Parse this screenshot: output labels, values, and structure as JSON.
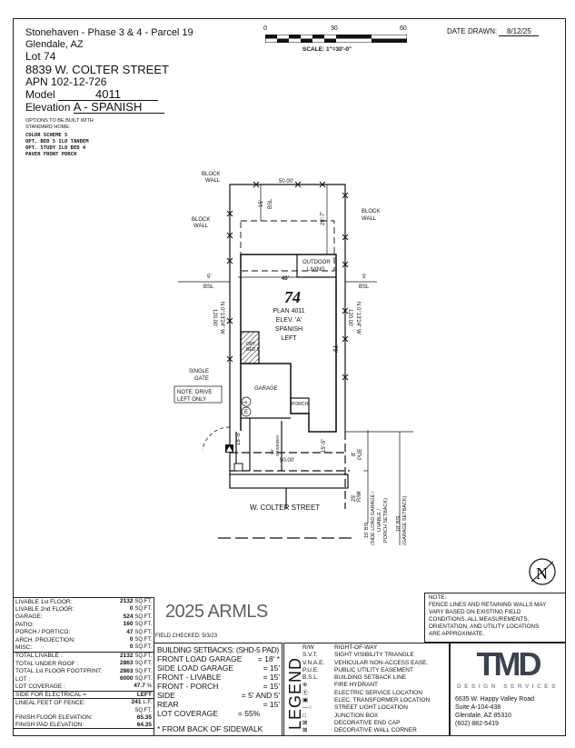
{
  "header": {
    "project": "Stonehaven - Phase 3 & 4 - Parcel 19",
    "city": "Glendale, AZ",
    "lot": "Lot 74",
    "address": "8839 W. COLTER STREET",
    "apn": "APN 102-12-726",
    "model_label": "Model",
    "model": "4011",
    "elevation_label": "Elevation",
    "elevation": "A - SPANISH",
    "options_title_1": "OPTIONS TO BE BUILT WITH",
    "options_title_2": "STANDARD HOME:",
    "options": [
      "COLOR SCHEME 5",
      "OPT. BED 5 ILO TANDEM",
      "OPT. STUDY ILO BED 4",
      "PAVER FRONT PORCH"
    ]
  },
  "scale": {
    "ticks": [
      "0",
      "30",
      "60"
    ],
    "label": "SCALE: 1\"=30'-0\""
  },
  "date": {
    "label": "DATE DRAWN:",
    "value": "8/12/25"
  },
  "plan": {
    "lot_number": "74",
    "plan_lines": [
      "PLAN 4011",
      "ELEV. 'A'",
      "SPANISH",
      "LEFT"
    ],
    "block_wall": [
      "BLOCK",
      "WALL"
    ],
    "lot_width": "50.00'",
    "rear_bsl": "15'",
    "bsl": "BSL",
    "rear_dim": "29'-7\"",
    "outdoor_living": [
      "OUTDOOR",
      "LIVING"
    ],
    "side_bsl": "5'",
    "house_width": "40'",
    "house_depth": "75'",
    "bearing_left": "N 0°13'24\" W",
    "depth_left": "120.00'",
    "bearing_right": "N 0°13'24\" W",
    "depth_right": "120.00'",
    "opt_bed": [
      "OPT.",
      "BED 5"
    ],
    "garage": "GARAGE",
    "porch": "PORCH",
    "single_gate": [
      "SINGLE",
      "GATE"
    ],
    "drive_note": [
      "NOTE: DRIVE",
      "LEFT ONLY"
    ],
    "hb": "HB",
    "e": "E",
    "front_dim_left": "18'-5\"",
    "driveway": "DRIVEWAY",
    "driveway_w": "24'",
    "front_dim_porch": "15'-5\"",
    "front_width": "50.00'",
    "pue_dim": "8'",
    "pue": "PUE",
    "rw_dim": "25'",
    "rw": "R/W",
    "bsl15": [
      "15' BSL",
      "(SIDE LOAD GARAGE /",
      "LIVABLE /",
      "PORCH SETBACK)"
    ],
    "bsl18": [
      "18' BSL",
      "(GARAGE SETBACK)"
    ],
    "street": "W. COLTER STREET",
    "north": "N"
  },
  "areas": {
    "rows1": [
      {
        "label": "LIVABLE 1st FLOOR:",
        "value": "2132",
        "unit": "SQ.FT."
      },
      {
        "label": "LIVABLE 2nd FLOOR:",
        "value": "0",
        "unit": "SQ.FT."
      },
      {
        "label": "GARAGE:",
        "value": "524",
        "unit": "SQ.FT."
      },
      {
        "label": "PATIO:",
        "value": "160",
        "unit": "SQ.FT."
      },
      {
        "label": "PORCH / PORTICO:",
        "value": "47",
        "unit": "SQ.FT."
      },
      {
        "label": "ARCH. PROJECTION:",
        "value": "0",
        "unit": "SQ.FT."
      },
      {
        "label": "MISC:",
        "value": "0",
        "unit": "SQ.FT."
      }
    ],
    "rows2": [
      {
        "label": "TOTAL LIVABLE :",
        "value": "2132",
        "unit": "SQ.FT."
      },
      {
        "label": "TOTAL UNDER ROOF :",
        "value": "2863",
        "unit": "SQ.FT."
      },
      {
        "label": "TOTAL 1st FLOOR FOOTPRINT:",
        "value": "2863",
        "unit": "SQ.FT."
      },
      {
        "label": "LOT :",
        "value": "6000",
        "unit": "SQ.FT."
      },
      {
        "label": "LOT COVERAGE :",
        "value": "47.7",
        "unit": "%"
      }
    ],
    "electrical": {
      "label": "SIDE FOR ELECTRICAL =",
      "value": "LEFT"
    },
    "rows3": [
      {
        "label": "LINEAL FEET OF FENCE:",
        "value": "241",
        "unit": "L.F."
      },
      {
        "label": "",
        "value": "",
        "unit": "SQ.FT."
      },
      {
        "label": "FINISH FLOOR ELEVATION:",
        "value": "65.35",
        "unit": ""
      },
      {
        "label": "FINISH PAD ELEVATION:",
        "value": "64.35",
        "unit": ""
      }
    ]
  },
  "field_checked": "FIELD CHECKED: 5/3/23",
  "setbacks": {
    "title": "BUILDING SETBACKS: (SHD-5 PAD)",
    "rows": [
      {
        "label": "FRONT LOAD GARAGE",
        "value": "= 18' *"
      },
      {
        "label": "SIDE LOAD GARAGE",
        "value": "= 15'"
      },
      {
        "label": "FRONT - LIVABLE",
        "value": "= 15'"
      },
      {
        "label": "FRONT - PORCH",
        "value": "= 15'"
      },
      {
        "label": "SIDE",
        "value": "= 5' AND 5'"
      },
      {
        "label": "REAR",
        "value": "= 15'"
      },
      {
        "label": "LOT COVERAGE",
        "value": "= 55%"
      }
    ],
    "footnote": "* FROM BACK OF SIDEWALK"
  },
  "legend": {
    "title": "LEGEND",
    "items": [
      {
        "abbr": "R/W",
        "text": "RIGHT-OF-WAY"
      },
      {
        "abbr": "S.V.T.",
        "text": "SIGHT VISIBILITY TRIANGLE"
      },
      {
        "abbr": "V.N.A.E.",
        "text": "VEHICULAR NON-ACCESS EASE."
      },
      {
        "abbr": "P.U.E.",
        "text": "PUBLIC UTILITY EASEMENT"
      },
      {
        "abbr": "B.S.L.",
        "text": "BUILDING SETBACK LINE"
      },
      {
        "abbr": "⊕",
        "text": "FIRE HYDRANT"
      },
      {
        "abbr": "Ⓔ",
        "text": "ELECTRIC SERVICE LOCATION"
      },
      {
        "abbr": "▣",
        "text": "ELEC. TRANSFORMER LOCATION"
      },
      {
        "abbr": "—○",
        "text": "STREET LIGHT LOCATION"
      },
      {
        "abbr": "□",
        "text": "JUNCTION BOX"
      },
      {
        "abbr": "⊠",
        "text": "DECORATIVE END CAP"
      },
      {
        "abbr": "⊠",
        "text": "DECORATIVE WALL CORNER"
      }
    ]
  },
  "note": {
    "title": "NOTE:",
    "lines": [
      "FENCE LINES AND RETAINING WALLS MAY",
      "VARY BASED ON EXISTING FIELD",
      "CONDITIONS. ALL MEASUREMENTS,",
      "ORIENTATION, AND UTILITY LOCATIONS",
      "ARE APPROXIMATE."
    ]
  },
  "company": {
    "logo": "TMD",
    "tagline": "DESIGN SERVICES",
    "address1": "6635 W. Happy Valley Road",
    "address2": "Suite A-104-438",
    "address3": "Glendale, AZ 85310",
    "phone": "(602) 882-5419",
    "logo_color": "#3a4250",
    "accent_color": "#8a8f96"
  },
  "watermark": "2025 ARMLS"
}
